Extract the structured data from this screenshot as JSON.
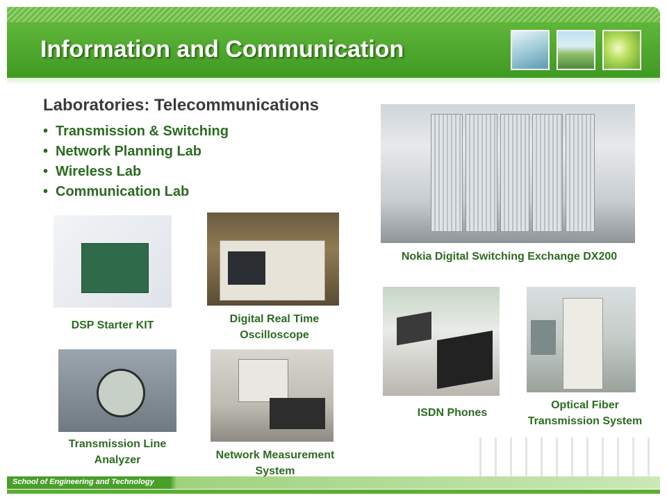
{
  "header": {
    "title": "Information and Communication"
  },
  "section": {
    "title": "Laboratories: Telecommunications",
    "bullets": [
      "Transmission & Switching",
      "Network Planning Lab",
      "Wireless Lab",
      "Communication Lab"
    ]
  },
  "photos": {
    "nokia_caption": "Nokia Digital Switching Exchange DX200",
    "dsp_caption": "DSP Starter KIT",
    "scope_caption_line1": "Digital Real  Time",
    "scope_caption_line2": "Oscilloscope",
    "tla_caption_line1": "Transmission Line",
    "tla_caption_line2": "Analyzer",
    "net_caption_line1": "Network Measurement",
    "net_caption_line2": "System",
    "isdn_caption": "ISDN Phones",
    "optical_caption_line1": "Optical Fiber",
    "optical_caption_line2": "Transmission System"
  },
  "footer": {
    "text": "School of Engineering and Technology"
  },
  "colors": {
    "accent_green": "#3f9a22",
    "caption_green": "#2b6b20"
  }
}
